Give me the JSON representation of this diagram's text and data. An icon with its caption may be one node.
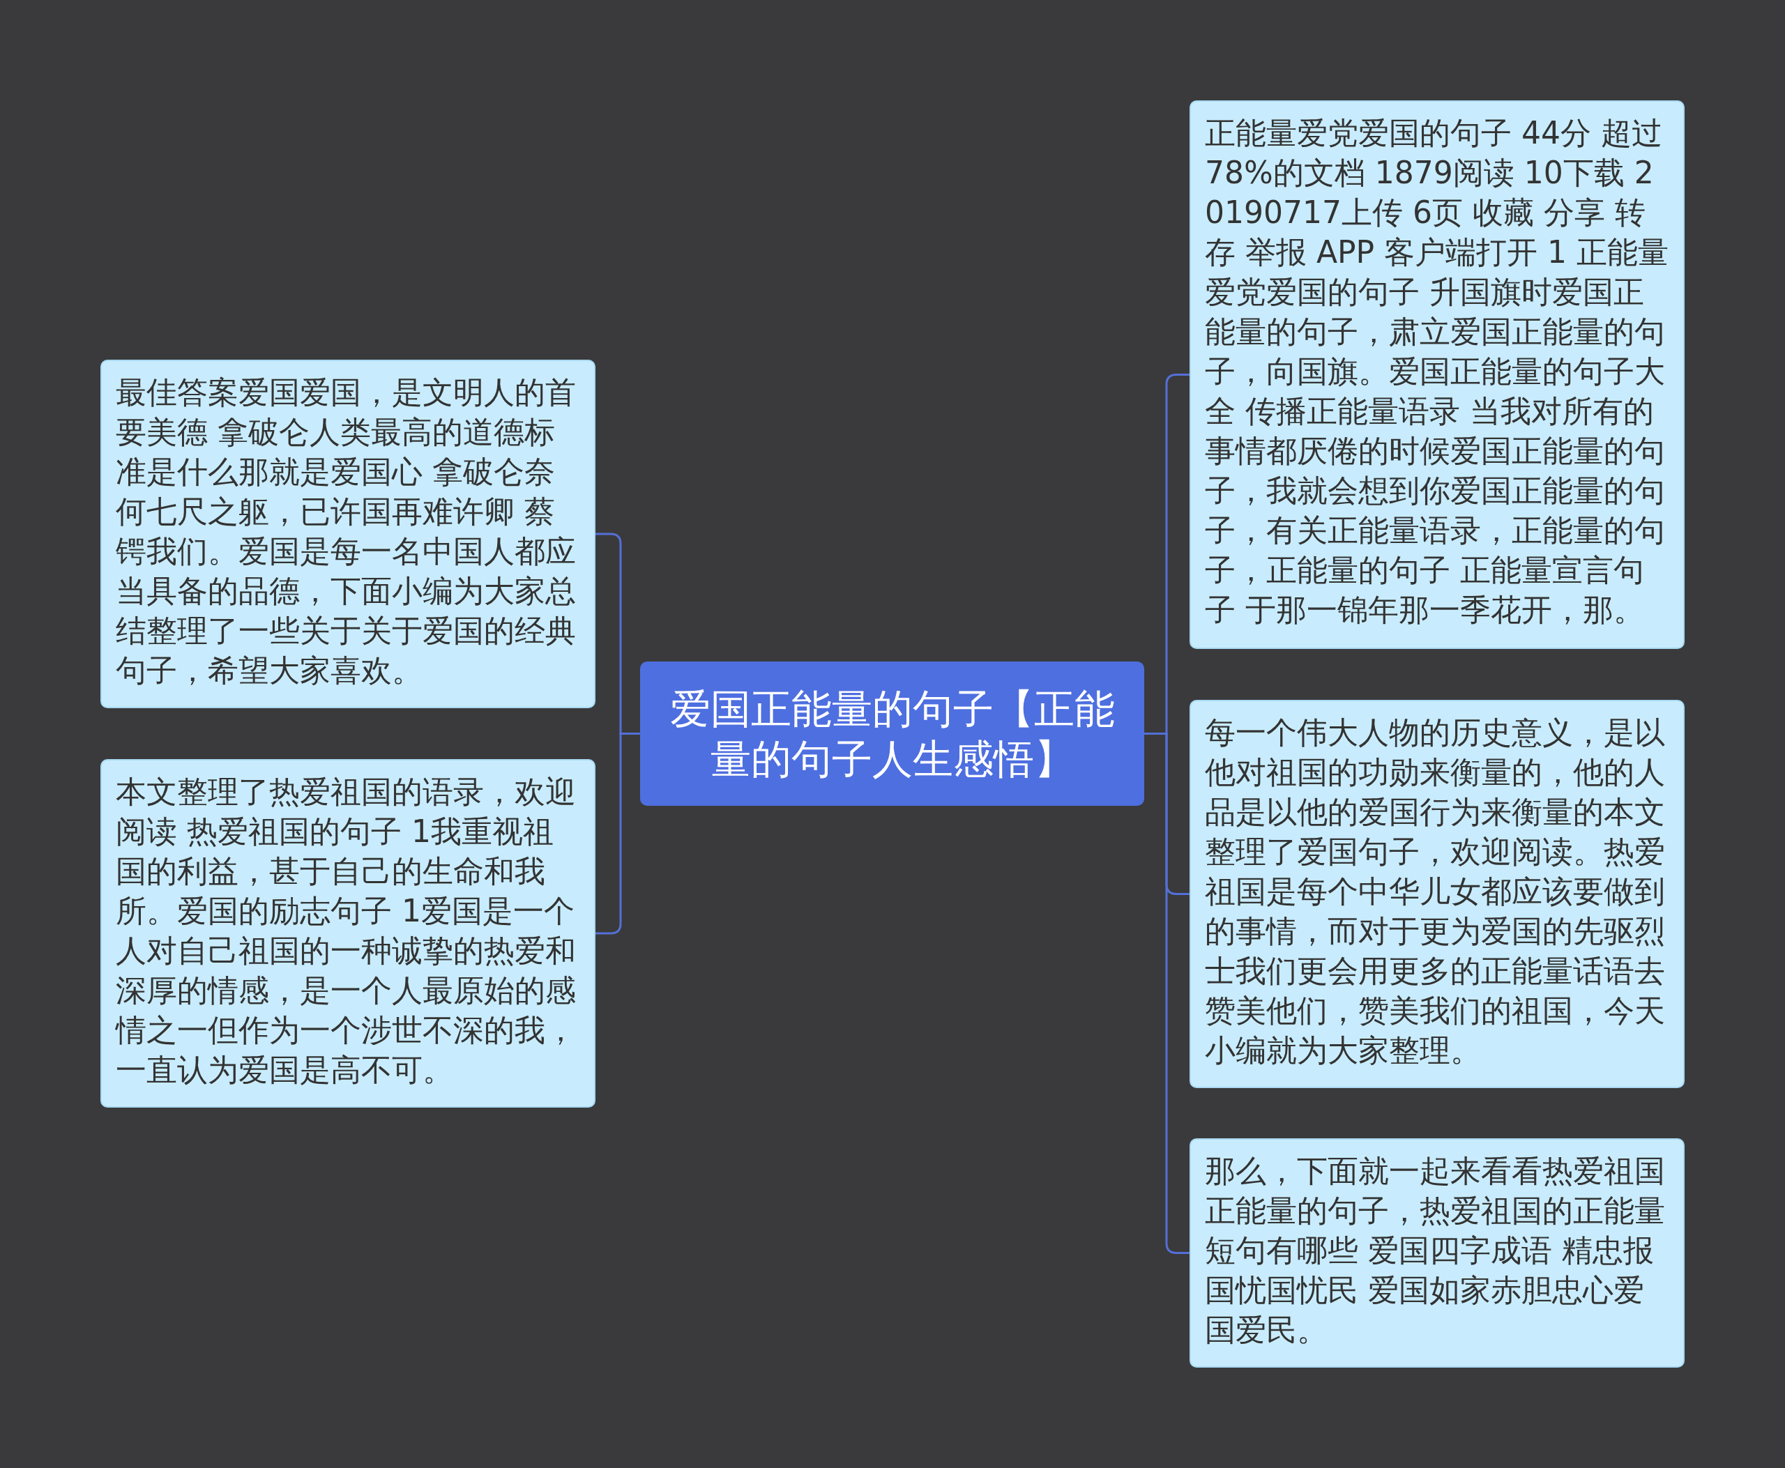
{
  "diagram": {
    "nodes": [
      {
        "text": [
          "爱国正能量的句子【正能量的句子人生感悟】"
        ]
      },
      {
        "text": [
          "最佳答案爱国爱国，是文明人的首要美德 拿破仑人类最高的道德标准是什么那就是爱国心 拿破仑奈何七尺之躯，已许国再难许卿 蔡锷我们。爱国是每一名中国人都应当具备的品德，下面小编为大家总结整理了一些关于关于爱国的经典句子，希望大家喜欢。"
        ]
      },
      {
        "text": [
          "本文整理了热爱祖国的语录，欢迎阅读 热爱祖国的句子 1我重视祖国的利益，甚于自己的生命和我所。爱国的励志句子 1爱国是一个人对自己祖国的一种诚挚的热爱和深厚的情感，是一个人最原始的感情之一但作为一个涉世不深的我，一直认为爱国是高不可。"
        ]
      },
      {
        "text": [
          "正能量爱党爱国的句子 44分 超过78%的文档 1879阅读 10下载 20190717上传 6页 收藏 分享 转存 举报  APP 客户端打开 1 正能量爱党爱国的句子 升国旗时爱国正能量的句子，肃立爱国正能量的句子，向国旗。爱国正能量的句子大全 传播正能量语录 当我对所有的事情都厌倦的时候爱国正能量的句子，我就会想到你爱国正能量的句子，有关正能量语录，正能量的句子，正能量的句子 正能量宣言句子 于那一锦年那一季花开，那。"
        ]
      },
      {
        "text": [
          "每一个伟大人物的历史意义，是以他对祖国的功勋来衡量的，他的人品是以他的爱国行为来衡量的本文整理了爱国句子，欢迎阅读。热爱祖国是每个中华儿女都应该要做到的事情，而对于更为爱国的先驱烈士我们更会用更多的正能量话语去赞美他们，赞美我们的祖国，今天小编就为大家整理。"
        ]
      },
      {
        "text": [
          "那么，下面就一起来看看热爱祖国正能量的句子，热爱祖国的正能量短句有哪些 爱国四字成语 精忠报国忧国忧民 爱国如家赤胆忠心爱国爱民。"
        ]
      }
    ],
    "edges": [
      {
        "from": 0,
        "to": 1,
        "arrow": "none"
      },
      {
        "from": 0,
        "to": 2,
        "arrow": "none"
      },
      {
        "from": 0,
        "to": 3,
        "arrow": "none"
      },
      {
        "from": 0,
        "to": 4,
        "arrow": "none"
      },
      {
        "from": 0,
        "to": 5,
        "arrow": "none"
      }
    ]
  }
}
